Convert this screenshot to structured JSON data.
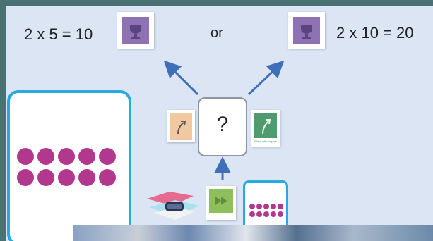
{
  "equations": {
    "left": "2 x 5 = 10",
    "connector": "or",
    "right": "2 x 10 = 20"
  },
  "mystery_card": {
    "symbol": "?"
  },
  "path_card_caption": "Place with organs",
  "colors": {
    "background": "#4a7272",
    "board": "#dbe5f4",
    "arrow": "#3f6fb8",
    "card_border": "#29a9df",
    "dot": "#b2388e",
    "trophy_tile": "#8f72b4",
    "path_tile_left": "#f2c8a0",
    "path_tile_right": "#4f9a6e",
    "play_tile": "#8fbf5c"
  },
  "big_card": {
    "rows": 2,
    "dots_per_row": 5
  },
  "small_card": {
    "rows": 2,
    "dots_per_row": 5
  },
  "icons": [
    "trophy-icon",
    "trophy-icon",
    "path-arrow-icon",
    "path-arrow-icon",
    "fast-forward-icon",
    "vr-headset-icon"
  ]
}
